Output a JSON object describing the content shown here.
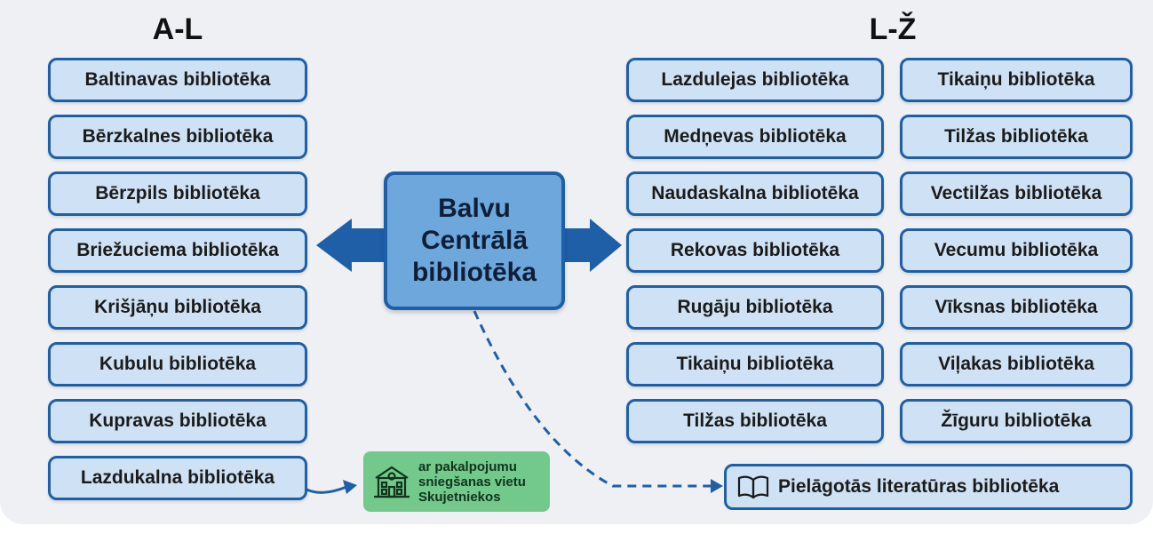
{
  "headings": {
    "left": "A-L",
    "right": "L-Ž"
  },
  "central": {
    "lines": [
      "Balvu",
      "Centrālā",
      "bibliotēka"
    ]
  },
  "left_column": [
    "Baltinavas bibliotēka",
    "Bērzkalnes bibliotēka",
    "Bērzpils bibliotēka",
    "Briežuciema bibliotēka",
    "Krišjāņu bibliotēka",
    "Kubulu bibliotēka",
    "Kupravas bibliotēka",
    "Lazdukalna bibliotēka"
  ],
  "right_column_1": [
    "Lazdulejas bibliotēka",
    "Medņevas bibliotēka",
    "Naudaskalna bibliotēka",
    "Rekovas bibliotēka",
    "Rugāju bibliotēka",
    "Tikaiņu bibliotēka",
    "Tilžas bibliotēka"
  ],
  "right_column_2": [
    "Tikaiņu bibliotēka",
    "Tilžas bibliotēka",
    "Vectilžas bibliotēka",
    "Vecumu bibliotēka",
    "Vīksnas bibliotēka",
    "Viļakas bibliotēka",
    "Žīguru bibliotēka"
  ],
  "service_note": {
    "lines": [
      "ar pakalpojumu",
      "sniegšanas vietu",
      "Skujetniekos"
    ],
    "icon": "building-icon"
  },
  "adapted_library": {
    "label": "Pielāgotās literatūras bibliotēka",
    "icon": "open-book-icon"
  },
  "colors": {
    "box_fill": "#cfe2f5",
    "box_border": "#1f5fa8",
    "central_fill": "#6ea7db",
    "note_fill": "#72c98b",
    "background": "#eef0f3"
  }
}
